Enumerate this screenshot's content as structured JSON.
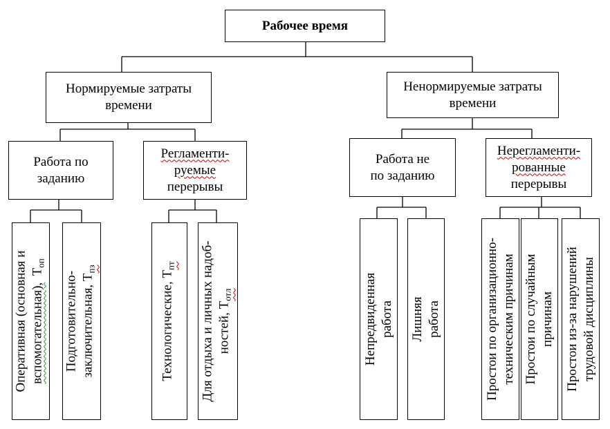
{
  "root": {
    "label": "Рабочее время"
  },
  "normed": {
    "label_line1": "Нормируемые затраты",
    "label_line2": "времени",
    "work": {
      "line1": "Работа по",
      "line2": "заданию"
    },
    "breaks": {
      "line1": "Регламенти-",
      "line2": "руемые",
      "line3": "перерывы"
    },
    "operative": {
      "line1": "Оперативная (основная и",
      "line2a": "вспомогательная),",
      "line2b": "Т",
      "sub": "оп"
    },
    "prep": {
      "line1": "Подготовительно-",
      "line2a": "заключительная,",
      "line2b": "Т",
      "sub": "пз"
    },
    "tech": {
      "line1a": "Технологические,",
      "line1b": "Т",
      "sub": "пт"
    },
    "rest": {
      "line1": "Для отдыха и личных надоб-",
      "line2a": "ностей,",
      "line2b": "Т",
      "sub": "отл"
    }
  },
  "unnormed": {
    "label_line1": "Ненормируемые затраты",
    "label_line2": "времени",
    "work": {
      "line1": "Работа не",
      "line2": "по заданию"
    },
    "breaks": {
      "line1": "Нерегламенти-",
      "line2": "рованные",
      "line3": "перерывы"
    },
    "unforeseen": {
      "line1": "Непредвиденная",
      "line2": "работа"
    },
    "extra": {
      "line1": "Лишняя",
      "line2": "работа"
    },
    "org": {
      "line1": "Простои по организационно-",
      "line2": "техническим причинам"
    },
    "random": {
      "line1": "Простои по случайным",
      "line2": "причинам"
    },
    "discipline": {
      "line1": "Простои из-за нарушений",
      "line2": "трудовой дисциплины"
    }
  }
}
